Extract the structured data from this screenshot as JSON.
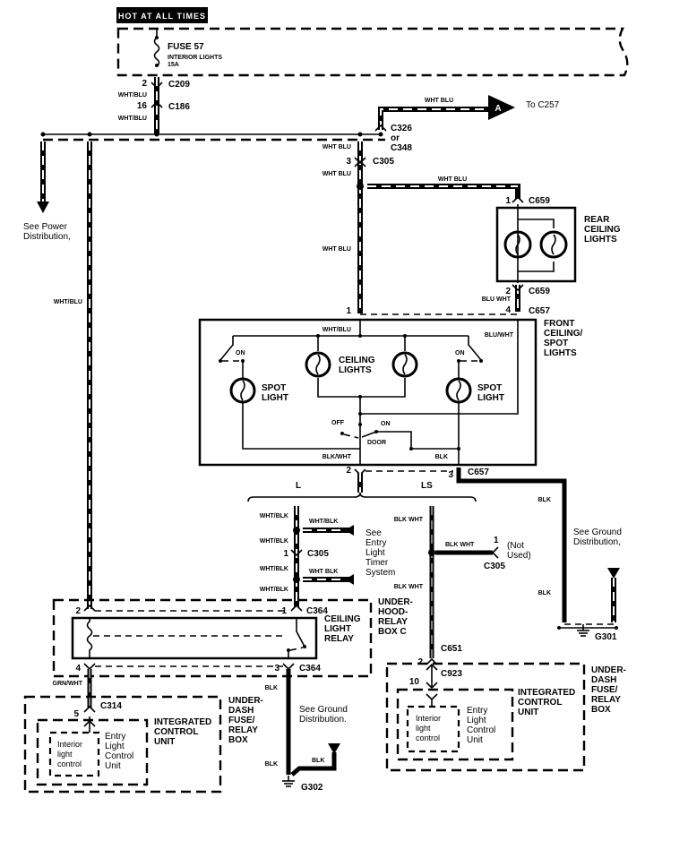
{
  "diagram": {
    "title_banner": "HOT AT ALL TIMES",
    "fuse": {
      "name": "FUSE 57",
      "circuit": "INTERIOR LIGHTS",
      "rating": "15A"
    },
    "wire_colors": {
      "wht_blu": "WHT/BLU",
      "wht_blu_alt": "WHT BLU",
      "blu_wht": "BLU/WHT",
      "blu_wht_alt": "BLU WHT",
      "blk_wht": "BLK/WHT",
      "blk_wht_alt": "BLK WHT",
      "wht_blk": "WHT/BLK",
      "wht_blk_alt": "WHT BLK",
      "blk": "BLK",
      "grn_wht": "GRN/WHT"
    },
    "connectors": {
      "c209": "C209",
      "c186": "C186",
      "c326": "C326",
      "or": "or",
      "c348": "C348",
      "c305": "C305",
      "c659": "C659",
      "c657": "C657",
      "c364": "C364",
      "c314": "C314",
      "c651": "C651",
      "c923": "C923",
      "c257_ref": "To C257",
      "g301": "G301",
      "g302": "G302"
    },
    "pins": {
      "p2": "2",
      "p16": "16",
      "p3": "3",
      "p1": "1",
      "p4": "4",
      "p5": "5",
      "p10": "10"
    },
    "offpage_marker": "A",
    "components": {
      "rear_ceiling": [
        "REAR",
        "CEILING",
        "LIGHTS"
      ],
      "front_ceiling": [
        "FRONT",
        "CEILING/",
        "SPOT",
        "LIGHTS"
      ],
      "spot_light": [
        "SPOT",
        "LIGHT"
      ],
      "ceiling_lights": [
        "CEILING",
        "LIGHTS"
      ],
      "ceiling_light_relay": [
        "CEILING",
        "LIGHT",
        "RELAY"
      ],
      "underhood_box": [
        "UNDER-",
        "HOOD-",
        "RELAY",
        "BOX C"
      ],
      "underdash_box": [
        "UNDER-",
        "DASH",
        "FUSE/",
        "RELAY",
        "BOX"
      ],
      "icu": [
        "INTEGRATED",
        "CONTROL",
        "UNIT"
      ],
      "entry_unit": [
        "Entry",
        "Light",
        "Control",
        "Unit"
      ],
      "interior_ctrl": [
        "Interior",
        "light",
        "control"
      ]
    },
    "switch_labels": {
      "on": "ON",
      "off": "OFF",
      "door": "DOOR"
    },
    "branch_labels": {
      "l": "L",
      "ls": "LS"
    },
    "notes": {
      "power_dist": [
        "See Power",
        "Distribution,"
      ],
      "ground_dist": [
        "See Ground",
        "Distribution,"
      ],
      "ground_dist2": [
        "See Ground",
        "Distribution."
      ],
      "entry_timer": [
        "See",
        "Entry",
        "Light",
        "Timer",
        "System"
      ],
      "not_used": [
        "(Not",
        "Used)"
      ]
    }
  }
}
